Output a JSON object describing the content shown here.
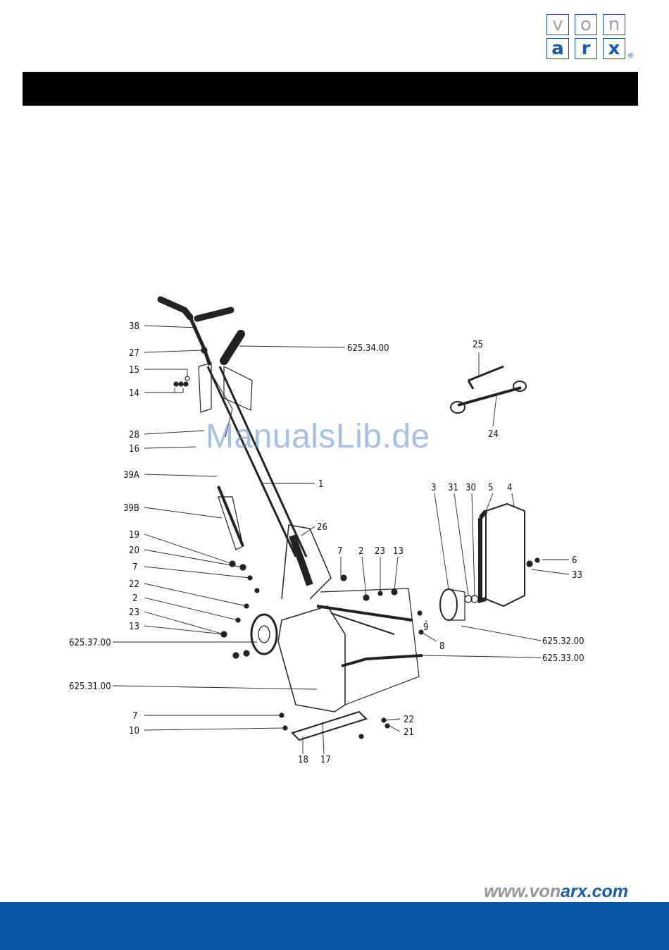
{
  "logo": {
    "top_letters": [
      "v",
      "o",
      "n"
    ],
    "bottom_letters": [
      "a",
      "r",
      "x"
    ],
    "registered": "®"
  },
  "watermark": "ManualsLib.de",
  "website": {
    "prefix": "www.",
    "mid": "von",
    "brand": "arx",
    "suffix": ".com"
  },
  "colors": {
    "brand_blue": "#0b56a6",
    "logo_gray": "#9aa3ad"
  },
  "labels_left": [
    "38",
    "27",
    "15",
    "14",
    "28",
    "16",
    "39A",
    "39B",
    "19",
    "20",
    "7",
    "22",
    "2",
    "23",
    "13",
    "625.37.00",
    "625.31.00",
    "7",
    "10"
  ],
  "labels_top": [
    "625.34.00",
    "25",
    "24",
    "1",
    "26",
    "7",
    "2",
    "23",
    "13",
    "3",
    "31",
    "30",
    "5",
    "4",
    "6",
    "33"
  ],
  "labels_right": [
    "625.32.00",
    "625.33.00",
    "9",
    "8",
    "22",
    "21",
    "18",
    "17"
  ]
}
